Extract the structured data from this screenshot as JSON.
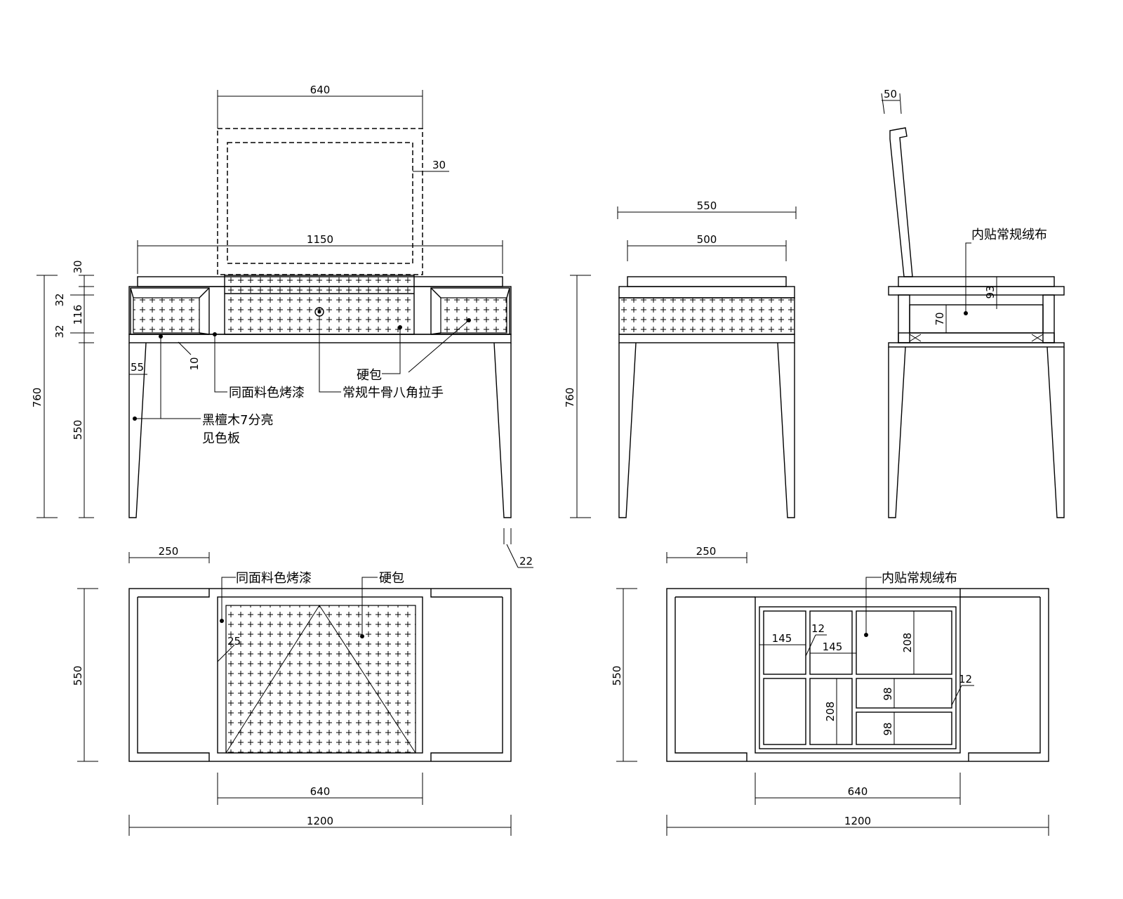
{
  "front_view": {
    "mirror_width": "640",
    "mirror_frame": "30",
    "overall_width": "1150",
    "top_thickness": "30",
    "rail_top": "32",
    "drawer_height": "116",
    "rail_bottom": "32",
    "total_height": "760",
    "leg_height": "550",
    "leg_top_width": "55",
    "drawer_inset": "10",
    "leg_bottom_width": "22",
    "note_paint": "同面料色烤漆",
    "note_wood_line1": "黑檀木7分亮",
    "note_wood_line2": "见色板",
    "note_padded": "硬包",
    "note_handle": "常规牛骨八角拉手"
  },
  "side_view": {
    "overall_depth": "550",
    "body_depth": "500",
    "total_height": "760"
  },
  "section_view": {
    "lid_thickness": "50",
    "note_lining": "内贴常规绒布",
    "compartment_height": "93",
    "tray_height": "70"
  },
  "plan_view": {
    "side_width": "250",
    "note_paint": "同面料色烤漆",
    "note_padded": "硬包",
    "frame_width": "25",
    "depth": "550",
    "lid_width": "640",
    "overall_width": "1200"
  },
  "interior_plan": {
    "side_width": "250",
    "note_lining": "内贴常规绒布",
    "cell_a": "145",
    "divider": "12",
    "cell_b": "145",
    "cell_tall": "208",
    "divider_right": "12",
    "cell_small_1": "98",
    "cell_small_2": "98",
    "cell_tall_2": "208",
    "depth": "550",
    "tray_width": "640",
    "overall_width": "1200"
  }
}
